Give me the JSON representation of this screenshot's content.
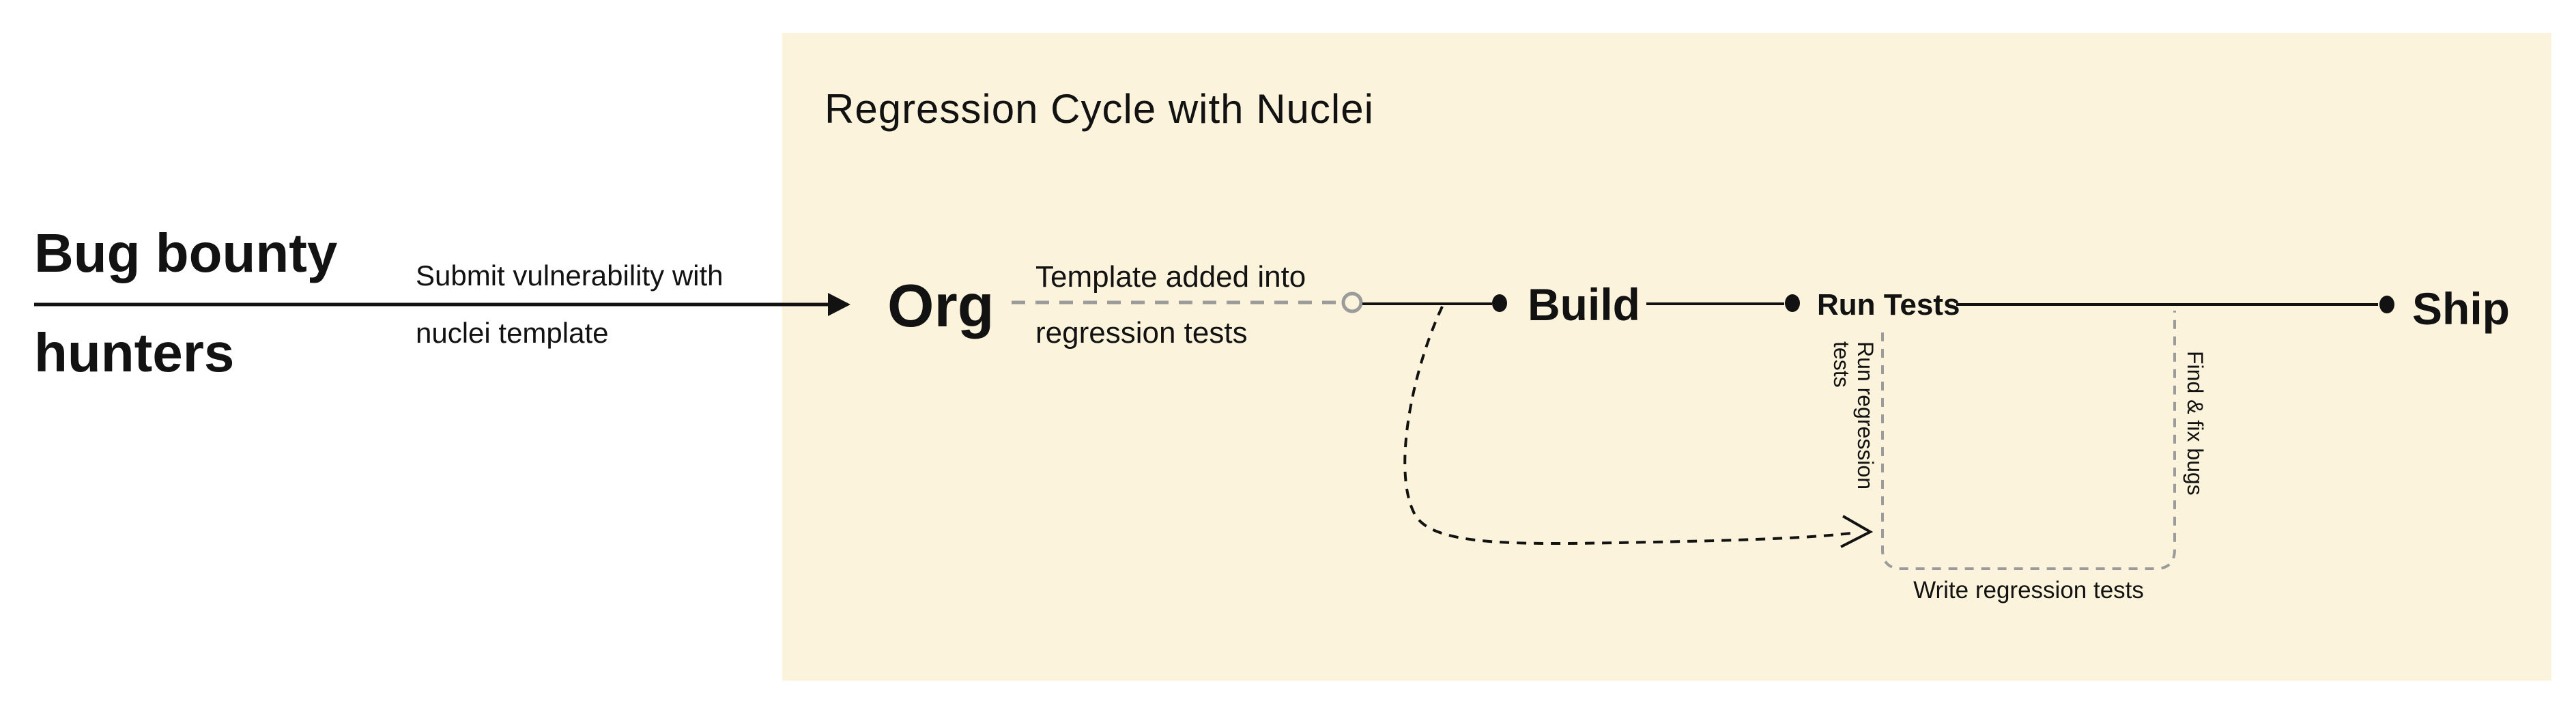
{
  "colors": {
    "panel_bg": "#FBF3DB",
    "text": "#121212",
    "gray": "#9B9B9B",
    "page_bg": "#FFFFFF"
  },
  "actor": {
    "line1": "Bug bounty",
    "line2": "hunters"
  },
  "submit_arrow": {
    "label_line1": "Submit vulnerability with",
    "label_line2": "nuclei template"
  },
  "panel": {
    "title": "Regression Cycle with Nuclei",
    "nodes": {
      "org": "Org",
      "build": "Build",
      "run_tests": "Run Tests",
      "ship": "Ship"
    },
    "org_arrow_label_line1": "Template added into",
    "org_arrow_label_line2": "regression tests",
    "loop": {
      "run_regression_line1": "Run regression",
      "run_regression_line2": "tests",
      "find_fix_label": "Find & fix bugs",
      "write_tests_label": "Write regression tests"
    }
  }
}
